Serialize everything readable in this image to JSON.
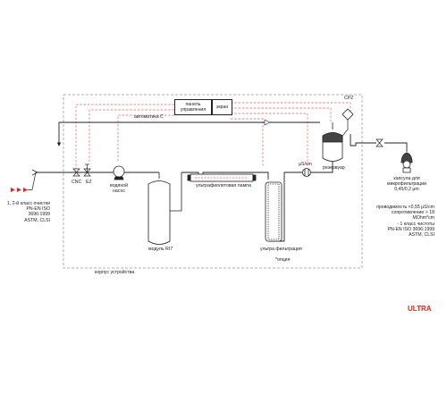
{
  "labels": {
    "automation": "автоматика C",
    "panel": "панель\nуправления",
    "screen": "экран",
    "cpz": "CPZ",
    "reservoir": "резервуар",
    "conductivity": "µS/cm",
    "cnc": "CNC",
    "ez": "EZ",
    "pump": "водяной\nнасос",
    "module": "модуль RI7",
    "uv": "ультрафиолетовая лампа",
    "ultrafiltration": "ультра фильтрация",
    "option": "*опция",
    "housing": "корпус устройства",
    "inlet": "1, 2-й класс очистки\nPN-EN ISO 3696:1999\nASTM, CLSI",
    "capsule": "капсула для\nмикрофильтрации\n0,45/0,2 µm",
    "output_spec": "проводимость <0,55 µS/cm\nсопротивление > 18 MOhm*cm\n- 1 класс чистоты\nPN-EN ISO 3696:1999\nASTM, CLSI"
  },
  "brand": "ULTRA",
  "colors": {
    "line": "#222222",
    "dashed_red": "#e05a6a",
    "dashed_gray": "#999999",
    "accent": "#e2231a"
  }
}
